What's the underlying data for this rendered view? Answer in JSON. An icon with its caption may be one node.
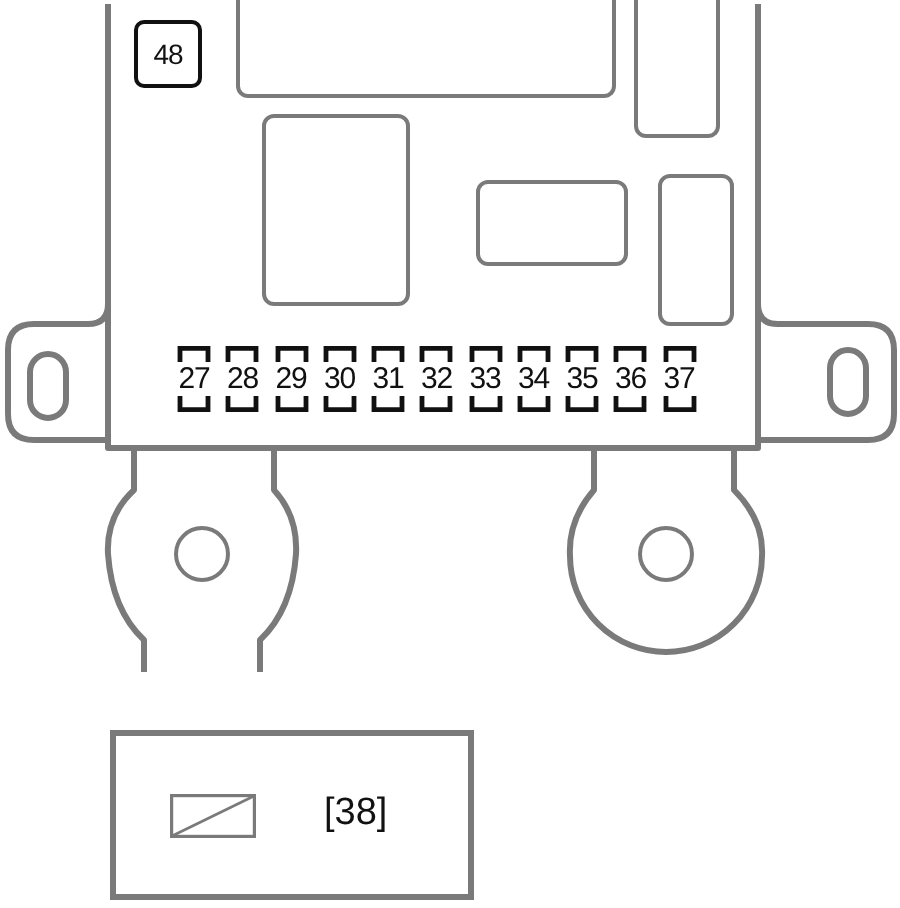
{
  "diagram": {
    "nodes": [
      {
        "text": [
          "48"
        ]
      },
      {
        "text": [],
        "shape": "box"
      },
      {
        "text": [],
        "shape": "box"
      },
      {
        "text": [],
        "shape": "box"
      },
      {
        "text": [],
        "shape": "box"
      },
      {
        "text": [],
        "shape": "box"
      },
      {
        "text": [
          "27"
        ]
      },
      {
        "text": [
          "28"
        ]
      },
      {
        "text": [
          "29"
        ]
      },
      {
        "text": [
          "30"
        ]
      },
      {
        "text": [
          "31"
        ]
      },
      {
        "text": [
          "32"
        ]
      },
      {
        "text": [
          "33"
        ]
      },
      {
        "text": [
          "34"
        ]
      },
      {
        "text": [
          "35"
        ]
      },
      {
        "text": [
          "36"
        ]
      },
      {
        "text": [
          "37"
        ]
      }
    ],
    "legend": [
      {
        "text": "[38]"
      }
    ]
  }
}
